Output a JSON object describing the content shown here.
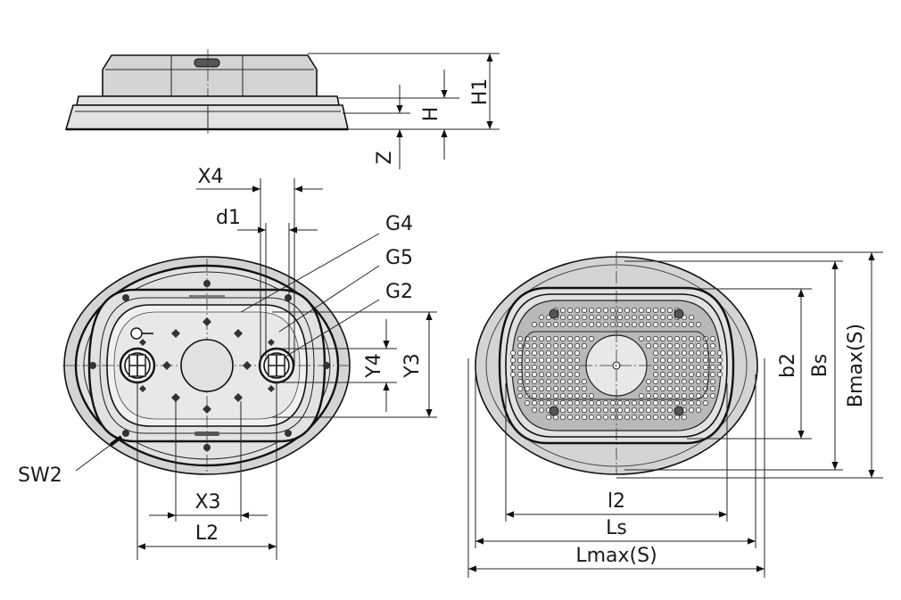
{
  "labels": {
    "H1": "H1",
    "H": "H",
    "Z": "Z",
    "X4": "X4",
    "d1": "d1",
    "G4": "G4",
    "G5": "G5",
    "G2": "G2",
    "Y4": "Y4",
    "Y3": "Y3",
    "SW2": "SW2",
    "X3": "X3",
    "L2": "L2",
    "b2": "b2",
    "Bs": "Bs",
    "Bmax": "Bmax(S)",
    "l2": "l2",
    "Ls": "Ls",
    "Lmax": "Lmax(S)"
  },
  "colors": {
    "line": "#111111",
    "shade_dark": "#d4d4d4",
    "shade_mid": "#e2e2e2",
    "shade_light": "#f1f1f1"
  }
}
